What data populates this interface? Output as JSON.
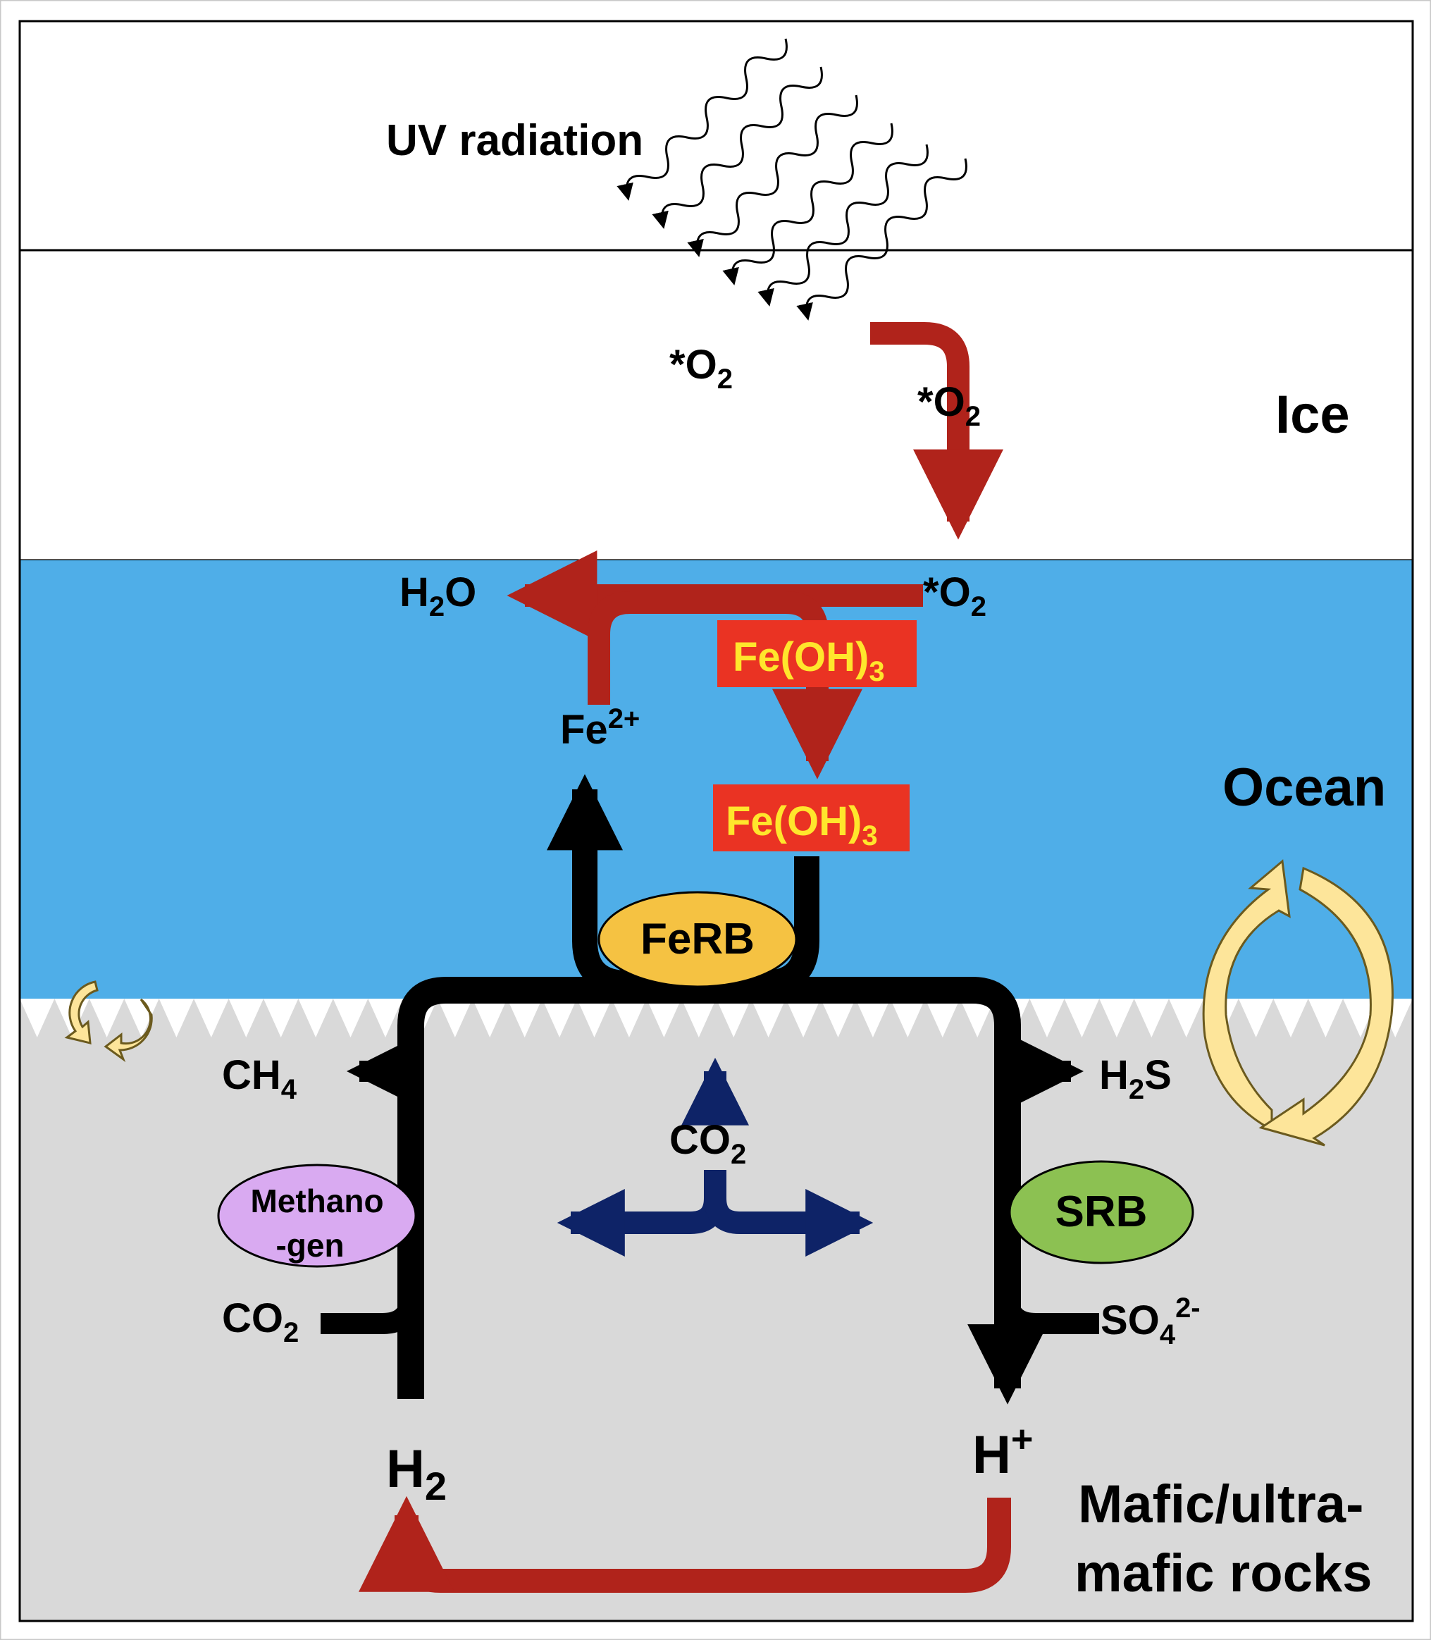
{
  "regions": {
    "atmosphere_label": "UV radiation",
    "ice_label": "Ice",
    "ocean_label": "Ocean",
    "rock_label_line1": "Mafic/ultra-",
    "rock_label_line2": "mafic rocks"
  },
  "species": {
    "o2_star_a": "*O",
    "o2_star_a_sub": "2",
    "o2_star_b": "*O",
    "o2_star_b_sub": "2",
    "o2_star_c": "*O",
    "o2_star_c_sub": "2",
    "h2o": "H",
    "h2o_sub": "2",
    "h2o_tail": "O",
    "fe2": "Fe",
    "fe2_sup": "2+",
    "feoh3_a": "Fe(OH)",
    "feoh3_a_sub": "3",
    "feoh3_b": "Fe(OH)",
    "feoh3_b_sub": "3",
    "ch4": "CH",
    "ch4_sub": "4",
    "co2_left": "CO",
    "co2_left_sub": "2",
    "co2_center": "CO",
    "co2_center_sub": "2",
    "h2s": "H",
    "h2s_sub": "2",
    "h2s_tail": "S",
    "so4": "SO",
    "so4_sub": "4",
    "so4_sup": "2-",
    "h2": "H",
    "h2_sub": "2",
    "hplus": "H",
    "hplus_sup": "+"
  },
  "microbes": {
    "ferb": "FeRB",
    "methanogen_line1": "Methano",
    "methanogen_line2": "-gen",
    "srb": "SRB"
  },
  "colors": {
    "ocean": "#4faee8",
    "rock": "#d9d9d9",
    "red_arrow": "#b0231b",
    "navy_arrow": "#0e2367",
    "black_arrow": "#000000",
    "feoh3_box": "#ea3323",
    "feoh3_text": "#ffe62c",
    "ferb_fill": "#f5c242",
    "methanogen_fill": "#d9aaf1",
    "srb_fill": "#8cc152",
    "cycle_fill": "#fde59a"
  }
}
